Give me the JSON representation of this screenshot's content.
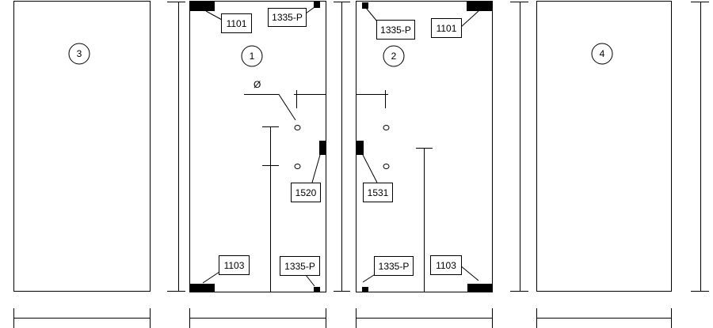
{
  "panels": {
    "p1": {
      "number": "1"
    },
    "p2": {
      "number": "2"
    },
    "p3": {
      "number": "3"
    },
    "p4": {
      "number": "4"
    }
  },
  "labels": {
    "p1_top_left": "1101",
    "p1_top_right": "1335-P",
    "p1_mid_right": "1520",
    "p1_bottom_left": "1103",
    "p1_bottom_right": "1335-P",
    "p2_top_left": "1335-P",
    "p2_top_right": "1101",
    "p2_mid_left": "1531",
    "p2_bottom_left": "1335-P",
    "p2_bottom_right": "1103"
  },
  "symbols": {
    "diameter": "Ø"
  }
}
